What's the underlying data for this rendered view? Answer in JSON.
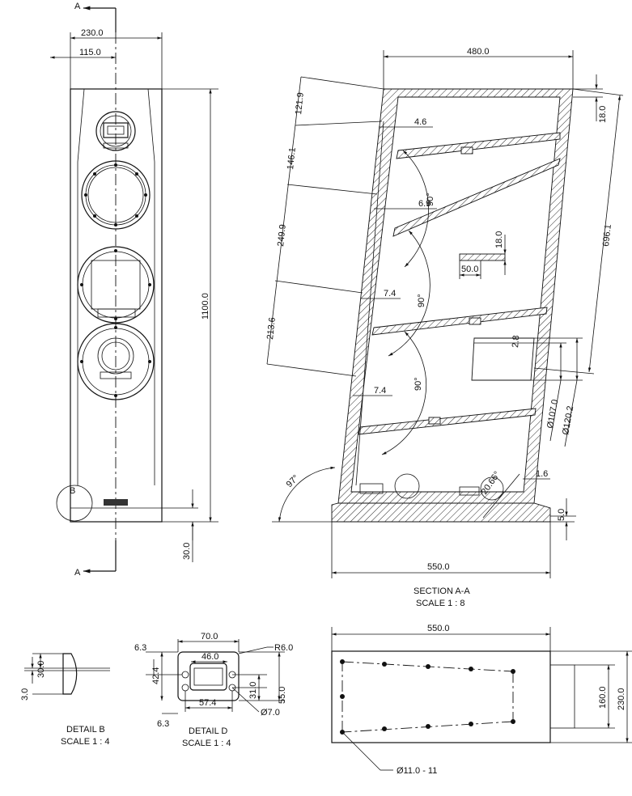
{
  "front_view": {
    "section_marker": "A",
    "dims": {
      "width": "230.0",
      "half_width": "115.0",
      "height": "1100.0",
      "plinth": "30.0"
    },
    "detail_callout": "B"
  },
  "section": {
    "title": "SECTION A-A",
    "scale": "SCALE 1 : 8",
    "dims": {
      "top_width": "480.0",
      "top_panel": "18.0",
      "back_height": "696.1",
      "seg1": "121.9",
      "seg2": "146.1",
      "seg3": "249.9",
      "seg4": "213.6",
      "brace1": "4.6",
      "brace2": "6.9",
      "brace3": "7.4",
      "brace4": "7.4",
      "angle1": "90°",
      "angle2": "90°",
      "angle3": "90°",
      "base_angle": "97°",
      "tilt_angle": "20.66°",
      "strip_thickness": "18.0",
      "strip_width": "50.0",
      "port_wall": "2.8",
      "port_inner": "Ø107.0",
      "port_outer": "Ø120.2",
      "wall_gap": "1.6",
      "base_height": "5.0",
      "base_width": "550.0"
    }
  },
  "detail_b": {
    "title": "DETAIL B",
    "scale": "SCALE 1 : 4",
    "dims": {
      "height": "30.0",
      "thickness": "3.0"
    }
  },
  "detail_d": {
    "title": "DETAIL D",
    "scale": "SCALE 1 : 4",
    "dims": {
      "outer_width": "70.0",
      "inner_width": "46.0",
      "radius": "R6.0",
      "edge_top": "6.3",
      "edge_bottom": "6.3",
      "hole_span_v": "42.4",
      "hole_v": "31.0",
      "outer_height": "55.0",
      "hole_span_h": "57.4",
      "hole_dia": "Ø7.0"
    }
  },
  "bottom_view": {
    "dims": {
      "width": "550.0",
      "port_height": "160.0",
      "height": "230.0",
      "holes": "Ø11.0 - 11"
    }
  }
}
